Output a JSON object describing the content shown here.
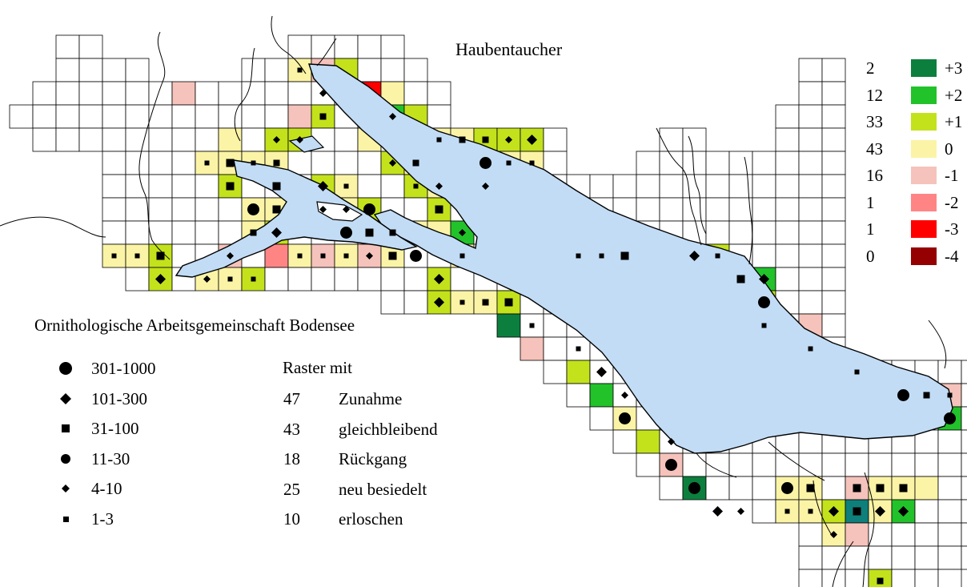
{
  "title": "Haubentaucher",
  "organization": "Ornithologische Arbeitsgemeinschaft Bodensee",
  "colors": {
    "lake": "#c2dcf5",
    "grid_line": "#000000",
    "plus3": "#0c7f3e",
    "plus2": "#22c22a",
    "plus1": "#c3e21c",
    "zero": "#fbf4a6",
    "minus1": "#f5c3bb",
    "minus2": "#ff8585",
    "minus3": "#ff0000",
    "minus4": "#950000",
    "teal": "#0e7f7a"
  },
  "change_scale": [
    {
      "count": "2",
      "label": "+3",
      "color_key": "plus3"
    },
    {
      "count": "12",
      "label": "+2",
      "color_key": "plus2"
    },
    {
      "count": "33",
      "label": "+1",
      "color_key": "plus1"
    },
    {
      "count": "43",
      "label": "0",
      "color_key": "zero"
    },
    {
      "count": "16",
      "label": "-1",
      "color_key": "minus1"
    },
    {
      "count": "1",
      "label": "-2",
      "color_key": "minus2"
    },
    {
      "count": "1",
      "label": "-3",
      "color_key": "minus3"
    },
    {
      "count": "0",
      "label": "-4",
      "color_key": "minus4"
    }
  ],
  "abundance_legend": [
    {
      "symbol": "big-circle",
      "label": "301-1000"
    },
    {
      "symbol": "big-diamond",
      "label": "101-300"
    },
    {
      "symbol": "big-square",
      "label": "31-100"
    },
    {
      "symbol": "small-circle",
      "label": "11-30"
    },
    {
      "symbol": "small-diamond",
      "label": "4-10"
    },
    {
      "symbol": "small-square",
      "label": "1-3"
    }
  ],
  "raster": {
    "heading": "Raster mit",
    "rows": [
      {
        "count": "47",
        "label": "Zunahme"
      },
      {
        "count": "43",
        "label": "gleichbleibend"
      },
      {
        "count": "18",
        "label": "Rückgang"
      },
      {
        "count": "25",
        "label": "neu besiedelt"
      },
      {
        "count": "10",
        "label": "erloschen"
      }
    ]
  },
  "grid_cells": {
    "colored": [
      [
        "plus1",
        "A",
        1
      ],
      [
        "minus1",
        "B",
        1
      ],
      [
        "minus1",
        "C",
        2
      ],
      [
        "minus3",
        "D",
        3
      ],
      [
        "zero",
        "E",
        3
      ],
      [
        "plus1",
        "F",
        4
      ],
      [
        "plus2",
        "G",
        4
      ],
      [
        "plus1",
        "H",
        4
      ],
      [
        "minus1",
        "I",
        4
      ],
      [
        "zero",
        "J",
        5
      ],
      [
        "plus1",
        "K",
        5
      ],
      [
        "plus1",
        "L",
        5
      ],
      [
        "zero",
        "M",
        5
      ],
      [
        "zero",
        "N",
        6
      ],
      [
        "plus1",
        "O",
        6
      ],
      [
        "plus2",
        "P",
        6
      ],
      [
        "zero",
        "Q",
        6
      ],
      [
        "zero",
        "R",
        6
      ],
      [
        "minus1",
        "S",
        7
      ]
    ]
  },
  "symbols_note": "Map grid of the Lake Constance area with per-cell change colours and abundance symbols"
}
